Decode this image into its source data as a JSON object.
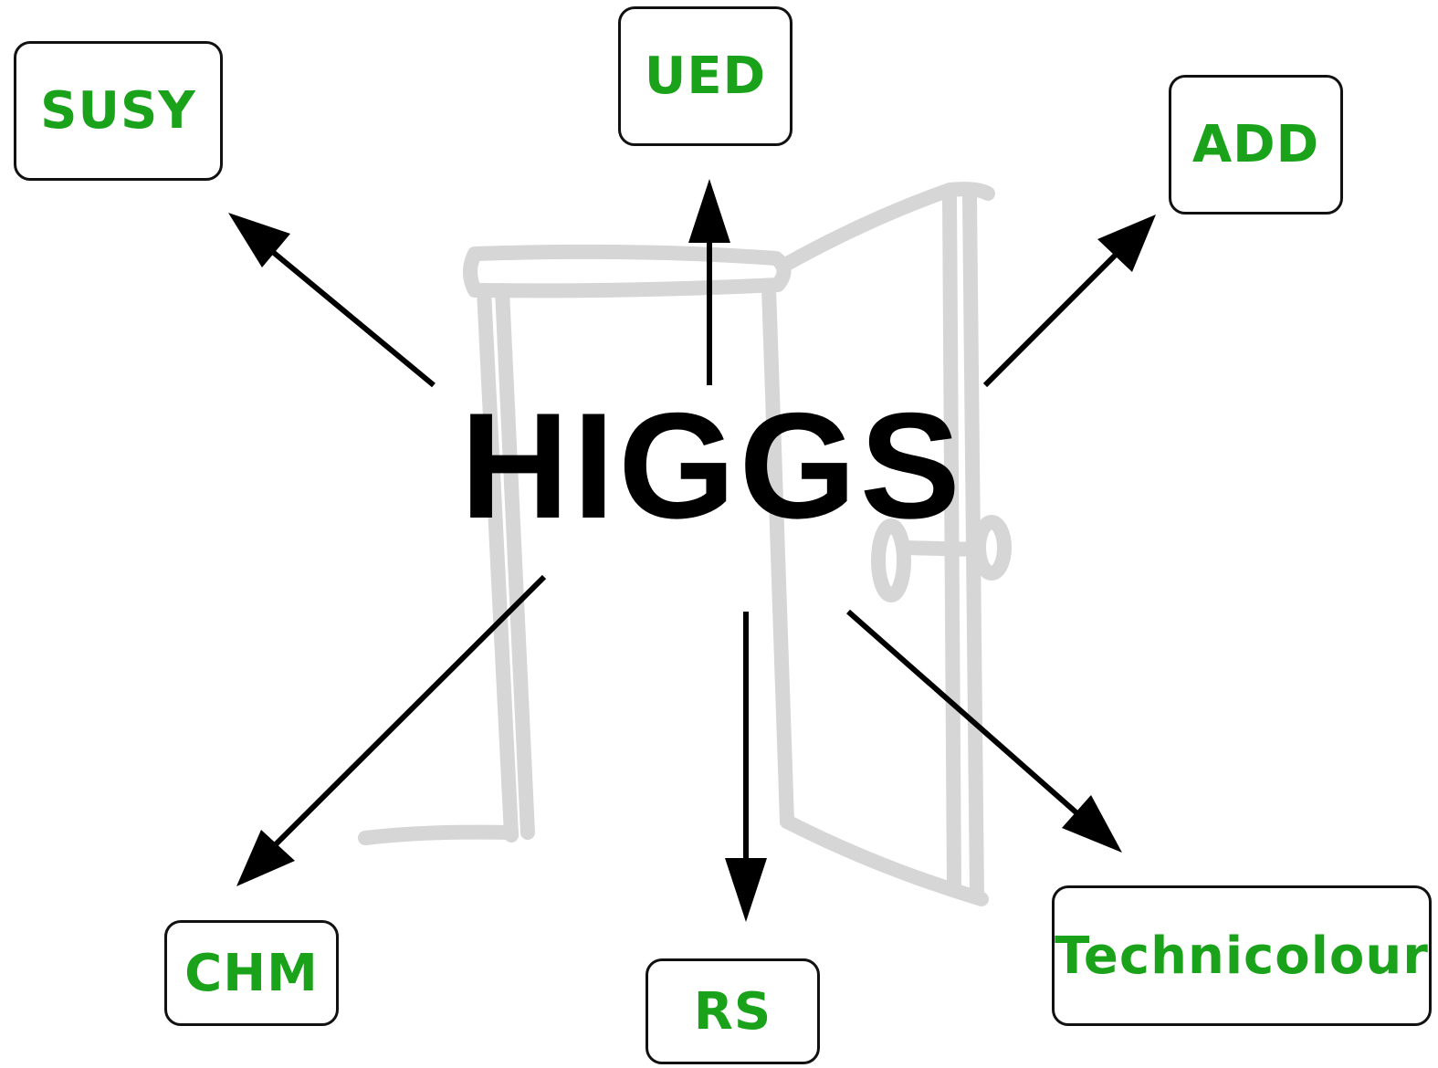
{
  "diagram": {
    "center": {
      "label": "HIGGS"
    },
    "nodes": [
      {
        "id": "susy",
        "label": "SUSY"
      },
      {
        "id": "ued",
        "label": "UED"
      },
      {
        "id": "add",
        "label": "ADD"
      },
      {
        "id": "chm",
        "label": "CHM"
      },
      {
        "id": "rs",
        "label": "RS"
      },
      {
        "id": "technicolour",
        "label": "Technicolour"
      }
    ],
    "colors": {
      "label_green": "#1aa31a",
      "arrow": "#000000",
      "door_sketch": "#d6d6d6"
    },
    "background_image": "open-door-sketch"
  }
}
